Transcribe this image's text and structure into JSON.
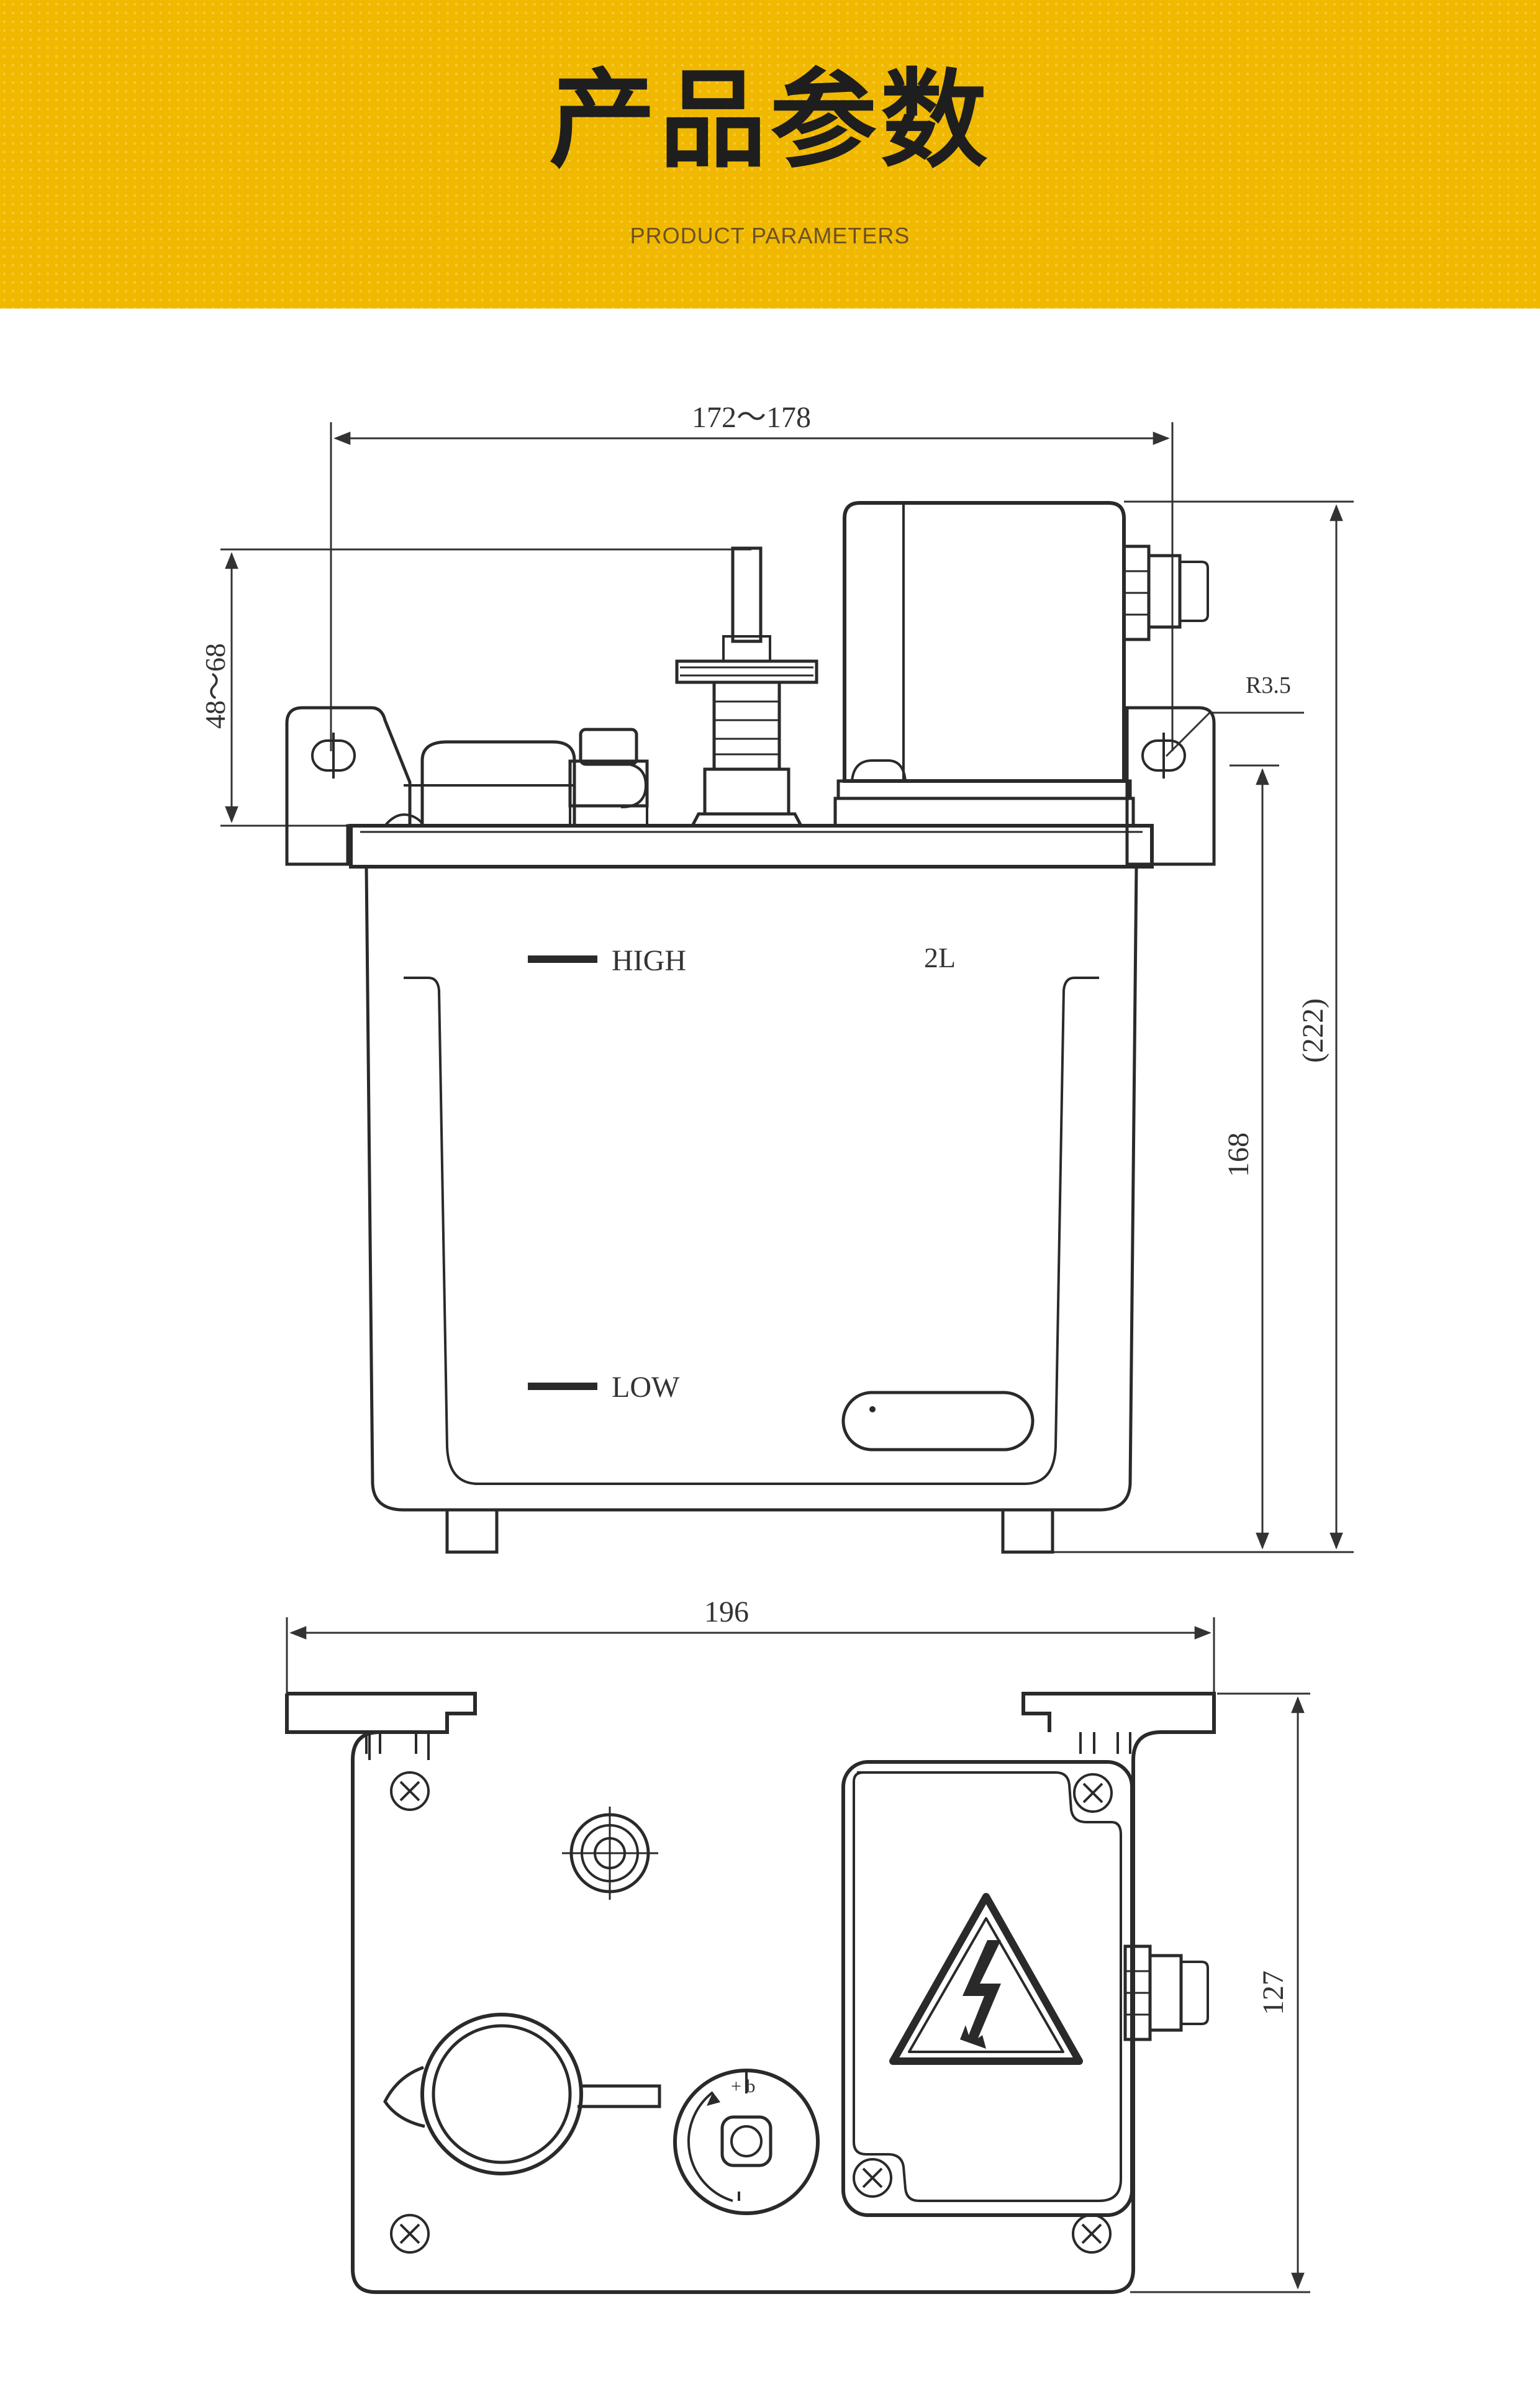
{
  "header": {
    "title": "产品参数",
    "subtitle": "PRODUCT PARAMETERS"
  },
  "front_view": {
    "width_dim": "172～178",
    "height_offset_dim": "48～68",
    "radius_dim": "R3.5",
    "tank_height_dim": "168",
    "total_height_dim": "(222)",
    "level_high": "HIGH",
    "level_low": "LOW",
    "capacity": "2L"
  },
  "top_view": {
    "width_dim": "196",
    "depth_dim": "127",
    "dial_mark": "+ b"
  },
  "colors": {
    "banner": "#f1b800",
    "title": "#1e1e1e",
    "subtitle": "#6a5226",
    "line": "#2a2a2a"
  },
  "icons": [
    "high-voltage-warning-icon",
    "screw-cross-icon"
  ]
}
